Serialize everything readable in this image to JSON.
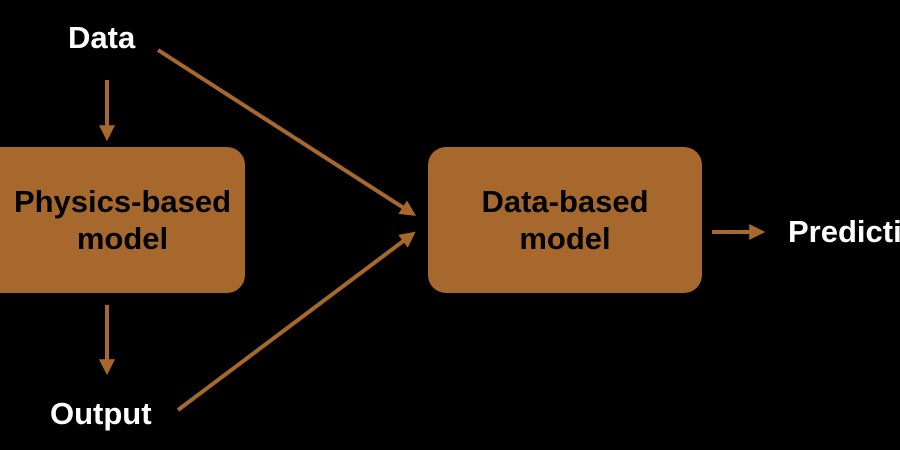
{
  "inputs": {
    "data_label": "Data",
    "output_label": "Output"
  },
  "boxes": {
    "physics_model": {
      "line1": "Physics-based",
      "line2": "model"
    },
    "data_model": {
      "line1": "Data-based",
      "line2": "model"
    }
  },
  "outputs": {
    "prediction_label": "Prediction"
  },
  "colors": {
    "background": "#000000",
    "box_fill": "#a7682d",
    "arrow": "#a7682d",
    "box_text": "#000000",
    "label_text": "#ffffff"
  }
}
